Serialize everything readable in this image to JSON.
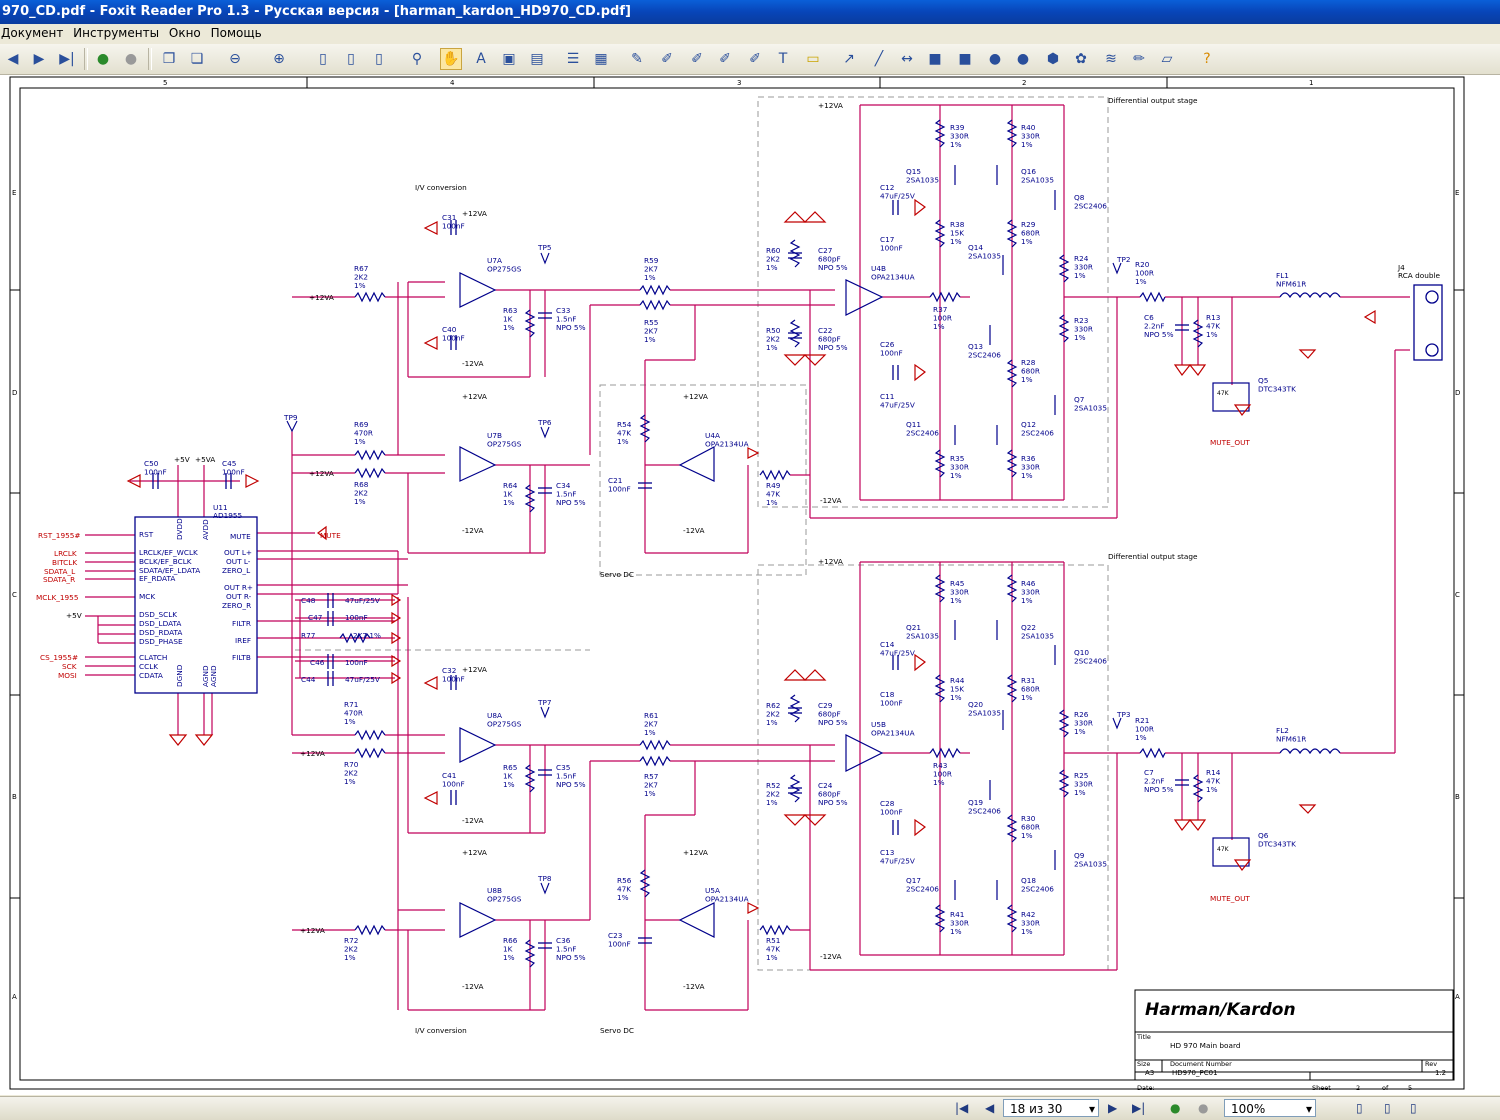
{
  "window": {
    "title": "970_CD.pdf - Foxit Reader Pro 1.3 - Русская версия - [harman_kardon_HD970_CD.pdf]"
  },
  "menu": [
    "Документ",
    "Инструменты",
    "Окно",
    "Помощь"
  ],
  "status": {
    "page": "18 из 30",
    "zoom": "100%"
  },
  "schematic": {
    "col_markers": [
      "5",
      "4",
      "3",
      "2",
      "1"
    ],
    "row_markers": [
      "E",
      "D",
      "C",
      "B",
      "A"
    ],
    "labels": {
      "iv_top": "I/V conversion",
      "iv_bottom": "I/V conversion",
      "servo_top": "Servo DC",
      "servo_bottom": "Servo DC",
      "diff_top": "Differential output stage",
      "diff_bottom": "Differential output stage",
      "rca": "RCA double",
      "mute": "MUTE",
      "mute_out_top": "MUTE_OUT",
      "mute_out_bottom": "MUTE_OUT"
    },
    "dac": {
      "ref": "U11",
      "part": "AD1955",
      "left_pins": [
        "RST",
        "LRCLK/EF_WCLK",
        "BCLK/EF_BCLK",
        "SDATA/EF_LDATA",
        "EF_RDATA",
        "MCK",
        "DSD_SCLK",
        "DSD_LDATA",
        "DSD_RDATA",
        "DSD_PHASE",
        "CLATCH",
        "CCLK",
        "CDATA"
      ],
      "right_pins": [
        "MUTE",
        "OUT L+",
        "OUT L-",
        "ZERO_L",
        "OUT R+",
        "OUT R-",
        "ZERO_R",
        "FILTR",
        "IREF",
        "FILTB"
      ],
      "signals": [
        "RST_1955#",
        "LRCLK",
        "BITCLK",
        "SDATA_L",
        "SDATA_R",
        "MCLK_1955",
        "+5V",
        "CS_1955#",
        "SCK",
        "MOSI"
      ],
      "top_pins": [
        "DVDD",
        "AVDD"
      ],
      "bottom_pins": [
        "DGND",
        "AGND",
        "AGND"
      ]
    },
    "parts_top": {
      "c31": "C31\n100nF",
      "u7a": "U7A\nOP275GS",
      "r67": "R67\n2K2\n1%",
      "c40": "C40\n100nF",
      "r63": "R63\n1K\n1%",
      "c33": "C33\n1.5nF\nNPO 5%",
      "r59": "R59\n2K7\n1%",
      "r55": "R55\n2K7\n1%",
      "r69": "R69\n470R\n1%",
      "r68": "R68\n2K2\n1%",
      "u7b": "U7B\nOP275GS",
      "r64": "R64\n1K\n1%",
      "c34": "C34\n1.5nF\nNPO 5%",
      "r60": "R60\n2K2\n1%",
      "c27": "C27\n680pF\nNPO 5%",
      "r50": "R50\n2K2\n1%",
      "c22": "C22\n680pF\nNPO 5%",
      "u4b": "U4B\nOPA2134UA",
      "u4a": "U4A\nOPA2134UA",
      "r54": "R54\n47K\n1%",
      "c21": "C21\n100nF",
      "r49": "R49\n47K\n1%",
      "c50": "C50\n100nF",
      "c45": "C45\n100nF",
      "r37": "R37\n100R\n1%",
      "tp9": "TP9",
      "tp5": "TP5",
      "tp6": "TP6",
      "tp2": "TP2",
      "r39": "R39\n330R\n1%",
      "r40": "R40\n330R\n1%",
      "q15": "Q15\n2SA1035",
      "q16": "Q16\n2SA1035",
      "c12": "C12\n47uF/25V",
      "c17": "C17\n100nF",
      "r38": "R38\n15K\n1%",
      "r29": "R29\n680R\n1%",
      "q8": "Q8\n2SC2406",
      "q14": "Q14\n2SA1035",
      "r24": "R24\n330R\n1%",
      "r23": "R23\n330R\n1%",
      "q13": "Q13\n2SC2406",
      "c26": "C26\n100nF",
      "c11": "C11\n47uF/25V",
      "r28": "R28\n680R\n1%",
      "q7": "Q7\n2SA1035",
      "q11": "Q11\n2SC2406",
      "q12": "Q12\n2SC2406",
      "r35": "R35\n330R\n1%",
      "r36": "R36\n330R\n1%",
      "r20": "R20\n100R\n1%",
      "c6": "C6\n2.2nF\nNPO 5%",
      "r13": "R13\n47K\n1%",
      "fl1": "FL1\nNFM61R",
      "j4": "J4",
      "q5": "Q5\nDTC343TK"
    },
    "parts_bottom": {
      "c48": "C48",
      "c48v": "47uF/25V",
      "c47": "C47",
      "c47v": "100nF",
      "r77": "R77",
      "r77v": "2K7 1%",
      "c46": "C46",
      "c46v": "100nF",
      "c44": "C44",
      "c44v": "47uF/25V",
      "c32": "C32\n100nF",
      "u8a": "U8A\nOP275GS",
      "r71": "R71\n470R\n1%",
      "r70": "R70\n2K2\n1%",
      "c41": "C41\n100nF",
      "r65": "R65\n1K\n1%",
      "c35": "C35\n1.5nF\nNPO 5%",
      "r61": "R61\n2K7\n1%",
      "r57": "R57\n2K7\n1%",
      "u8b": "U8B\nOP275GS",
      "r72": "R72\n2K2\n1%",
      "r66": "R66\n1K\n1%",
      "c36": "C36\n1.5nF\nNPO 5%",
      "r62": "R62\n2K2\n1%",
      "c29": "C29\n680pF\nNPO 5%",
      "r52": "R52\n2K2\n1%",
      "c24": "C24\n680pF\nNPO 5%",
      "u5b": "U5B\nOPA2134UA",
      "u5a": "U5A\nOPA2134UA",
      "r56": "R56\n47K\n1%",
      "c23": "C23\n100nF",
      "r51": "R51\n47K\n1%",
      "r43": "R43\n100R\n1%",
      "tp7": "TP7",
      "tp8": "TP8",
      "tp3": "TP3",
      "r45": "R45\n330R\n1%",
      "r46": "R46\n330R\n1%",
      "q21": "Q21\n2SA1035",
      "q22": "Q22\n2SA1035",
      "c14": "C14\n47uF/25V",
      "c18": "C18\n100nF",
      "r44": "R44\n15K\n1%",
      "r31": "R31\n680R\n1%",
      "q10": "Q10\n2SC2406",
      "q20": "Q20\n2SA1035",
      "r26": "R26\n330R\n1%",
      "r25": "R25\n330R\n1%",
      "q19": "Q19\n2SC2406",
      "c28": "C28\n100nF",
      "c13": "C13\n47uF/25V",
      "r30": "R30\n680R\n1%",
      "q9": "Q9\n2SA1035",
      "q17": "Q17\n2SC2406",
      "q18": "Q18\n2SC2406",
      "r41": "R41\n330R\n1%",
      "r42": "R42\n330R\n1%",
      "r21": "R21\n100R\n1%",
      "c7": "C7\n2.2nF\nNPO 5%",
      "r14": "R14\n47K\n1%",
      "fl2": "FL2\nNFM61R",
      "q6": "Q6\nDTC343TK"
    },
    "rails": {
      "p12": "+12VA",
      "m12": "-12VA",
      "p5": "+5V",
      "p5va": "+5VA",
      "r47k": "47K"
    },
    "titleblock": {
      "company": "Harman/Kardon",
      "title_label": "Title",
      "title": "HD 970 Main board",
      "size_label": "Size",
      "size": "A3",
      "docnum_label": "Document Number",
      "docnum": "HD970_PC01",
      "rev_label": "Rev",
      "rev": "1.2",
      "date_label": "Date:",
      "sheet_label": "Sheet",
      "sheet": "2",
      "of_label": "of",
      "of": "5"
    }
  }
}
